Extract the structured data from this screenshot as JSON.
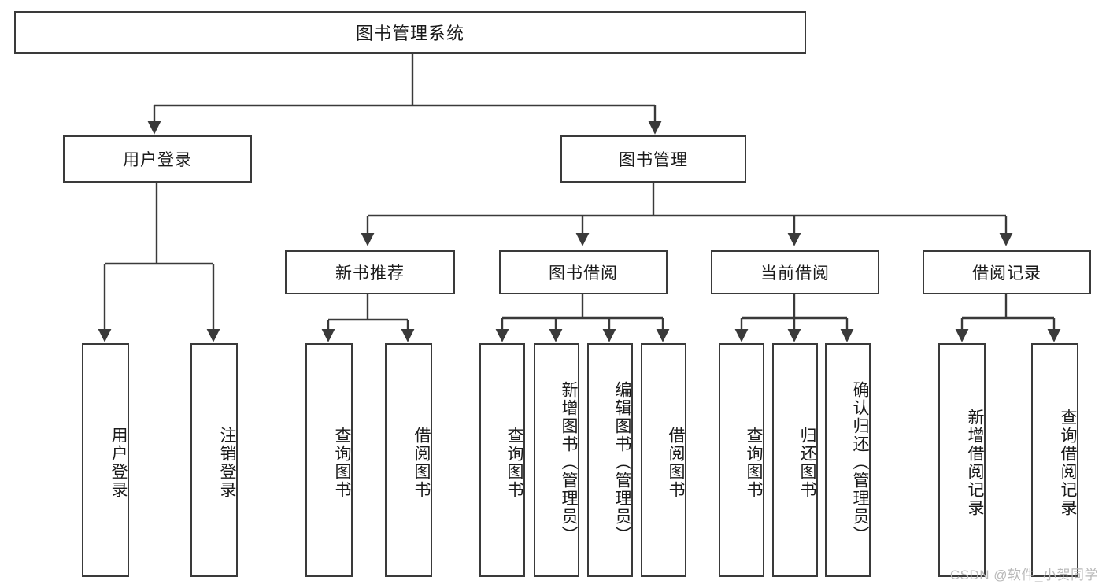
{
  "diagram": {
    "title": "图书管理系统",
    "type": "tree",
    "watermark": "CSDN @软件_小贺同学",
    "colors": {
      "box_border": "#3a3a3a",
      "box_fill": "#ffffff",
      "text": "#1a1a1a",
      "connector": "#3a3a3a",
      "watermark": "#b9b9b9",
      "background": "#ffffff"
    },
    "nodes": {
      "root": {
        "label": "图书管理系统"
      },
      "level1": [
        {
          "label": "用户登录"
        },
        {
          "label": "图书管理"
        }
      ],
      "level2": [
        {
          "label": "新书推荐"
        },
        {
          "label": "图书借阅"
        },
        {
          "label": "当前借阅"
        },
        {
          "label": "借阅记录"
        }
      ],
      "leaves": {
        "user_login": [
          {
            "label": "用户登录"
          },
          {
            "label": "注销登录"
          }
        ],
        "new_book_recommend": [
          {
            "label": "查询图书"
          },
          {
            "label": "借阅图书"
          }
        ],
        "book_borrow": [
          {
            "label": "查询图书"
          },
          {
            "label": "新增图书（管理员）"
          },
          {
            "label": "编辑图书（管理员）"
          },
          {
            "label": "借阅图书"
          }
        ],
        "current_borrow": [
          {
            "label": "查询图书"
          },
          {
            "label": "归还图书"
          },
          {
            "label": "确认归还（管理员）"
          }
        ],
        "borrow_record": [
          {
            "label": "新增借阅记录"
          },
          {
            "label": "查询借阅记录"
          }
        ]
      }
    }
  }
}
